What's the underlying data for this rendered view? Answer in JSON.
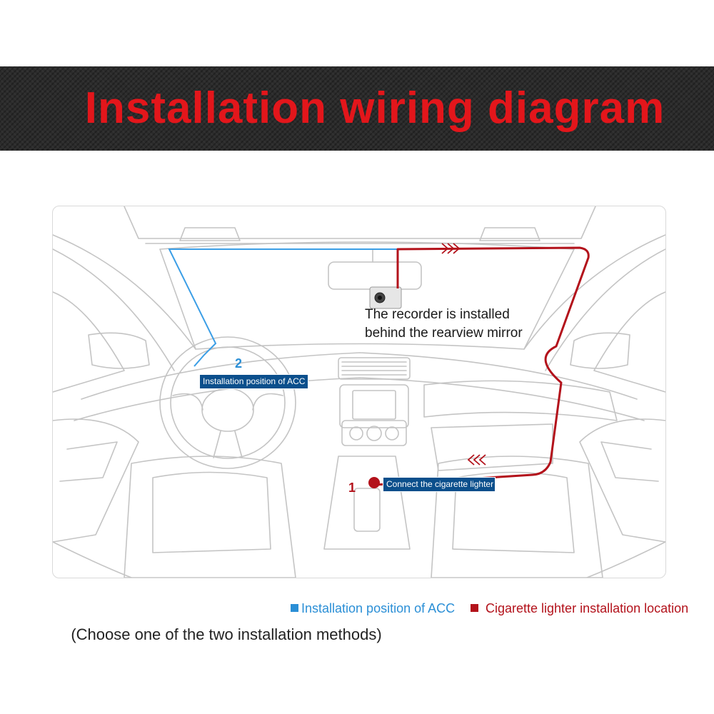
{
  "title": "Installation wiring diagram",
  "recorder_note": {
    "line1": "The recorder is installed",
    "line2": "behind the rearview mirror"
  },
  "acc": {
    "number": "2",
    "label": "Installation position of ACC",
    "color": "#2b8fd6"
  },
  "lighter": {
    "number": "1",
    "label": "Connect the cigarette lighter",
    "color": "#b3121b"
  },
  "legend": {
    "acc": "Installation position of ACC",
    "lighter": "Cigarette lighter installation location"
  },
  "footnote": "(Choose one of the two installation methods)"
}
